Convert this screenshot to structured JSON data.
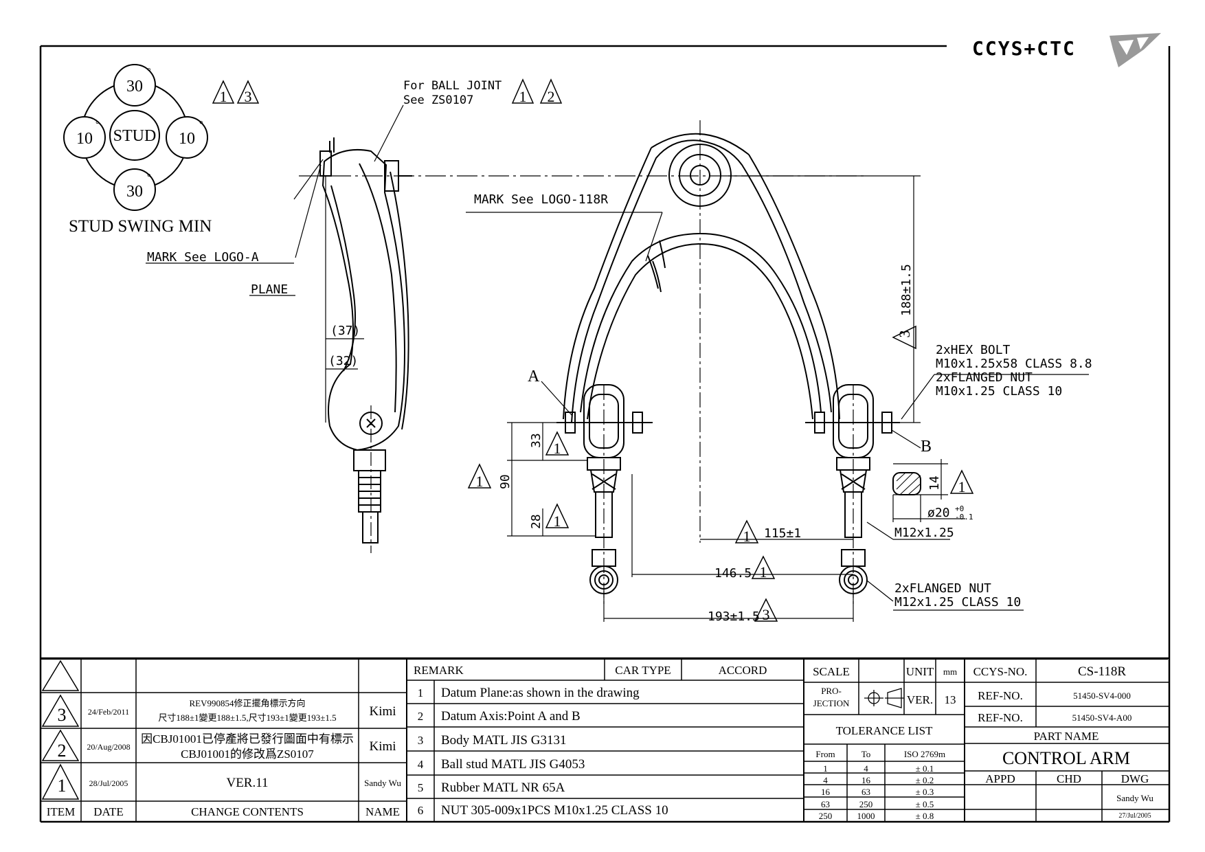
{
  "logo_text": "CCYS+CTC",
  "callouts": {
    "stud_swing_title": "STUD SWING MIN",
    "stud_label": "STUD",
    "swing_top": "30",
    "swing_bottom": "30",
    "swing_left": "10",
    "swing_right": "10",
    "degree": "°",
    "ball_joint_line1": "For BALL JOINT",
    "ball_joint_line2": "See ZS0107",
    "mark_logo_a": "MARK See LOGO-A",
    "plane": "PLANE",
    "mark_logo_118r": "MARK See LOGO-118R",
    "dim_37": "(37)",
    "dim_32": "(32)",
    "dim_33": "33",
    "dim_90": "90",
    "dim_28": "28",
    "dim_188": "188±1.5",
    "dim_115": "115±1",
    "dim_146": "146.5",
    "dim_193": "193±1.5",
    "dim_14": "14",
    "dim_phi20": "ø20",
    "tol_plus": "+0",
    "tol_minus": "-0.1",
    "m12": "M12x1.25",
    "point_a": "A",
    "point_b": "B",
    "bolt_l1": "2xHEX BOLT",
    "bolt_l2": "M10x1.25x58 CLASS 8.8",
    "bolt_l3": "2xFLANGED NUT",
    "bolt_l4": "M10x1.25 CLASS 10",
    "nut_l1": "2xFLANGED NUT",
    "nut_l2": "M12x1.25 CLASS 10",
    "rev1": "1",
    "rev2": "2",
    "rev3": "3"
  },
  "revisions": {
    "header_item": "ITEM",
    "header_date": "DATE",
    "header_contents": "CHANGE CONTENTS",
    "header_name": "NAME",
    "rows": [
      {
        "item": "3",
        "date": "24/Feb/2011",
        "line1": "REV990854修正擺角標示方向",
        "line2": "尺寸188±1變更188±1.5,尺寸193±1變更193±1.5",
        "name": "Kimi"
      },
      {
        "item": "2",
        "date": "20/Aug/2008",
        "line1": "因CBJ01001已停產將已發行圖面中有標示",
        "line2": "CBJ01001的修改爲ZS0107",
        "name": "Kimi"
      },
      {
        "item": "1",
        "date": "28/Jul/2005",
        "line1": "VER.11",
        "line2": "",
        "name": "Sandy Wu"
      }
    ]
  },
  "remarks": {
    "header": "REMARK",
    "car_type_label": "CAR TYPE",
    "car_type": "ACCORD",
    "items": [
      {
        "no": "1",
        "text": "Datum Plane:as shown in the drawing"
      },
      {
        "no": "2",
        "text": "Datum Axis:Point A and B"
      },
      {
        "no": "3",
        "text": "Body MATL JIS G3131"
      },
      {
        "no": "4",
        "text": "Ball stud MATL JIS G4053"
      },
      {
        "no": "5",
        "text": "Rubber MATL NR 65A"
      },
      {
        "no": "6",
        "text": "NUT 305-009x1PCS M10x1.25 CLASS 10"
      }
    ]
  },
  "specs": {
    "scale_label": "SCALE",
    "scale_value": "",
    "unit_label": "UNIT",
    "unit_value": "mm",
    "projection_l1": "PRO-",
    "projection_l2": "JECTION",
    "ver_label": "VER.",
    "ver_value": "13",
    "tolerance_title": "TOLERANCE LIST",
    "tol_from": "From",
    "tol_to": "To",
    "tol_std": "ISO 2769m",
    "tolerances": [
      {
        "from": "1",
        "to": "4",
        "tol": "± 0.1"
      },
      {
        "from": "4",
        "to": "16",
        "tol": "± 0.2"
      },
      {
        "from": "16",
        "to": "63",
        "tol": "± 0.3"
      },
      {
        "from": "63",
        "to": "250",
        "tol": "± 0.5"
      },
      {
        "from": "250",
        "to": "1000",
        "tol": "± 0.8"
      }
    ]
  },
  "part": {
    "ccys_label": "CCYS-NO.",
    "ccys_no": "CS-118R",
    "ref_label": "REF-NO.",
    "ref1": "51450-SV4-000",
    "ref2": "51450-SV4-A00",
    "part_name_label": "PART NAME",
    "part_name": "CONTROL ARM",
    "appd": "APPD",
    "chd": "CHD",
    "dwg": "DWG",
    "drawn_by": "Sandy Wu",
    "drawn_date": "27/Jul/2005"
  }
}
